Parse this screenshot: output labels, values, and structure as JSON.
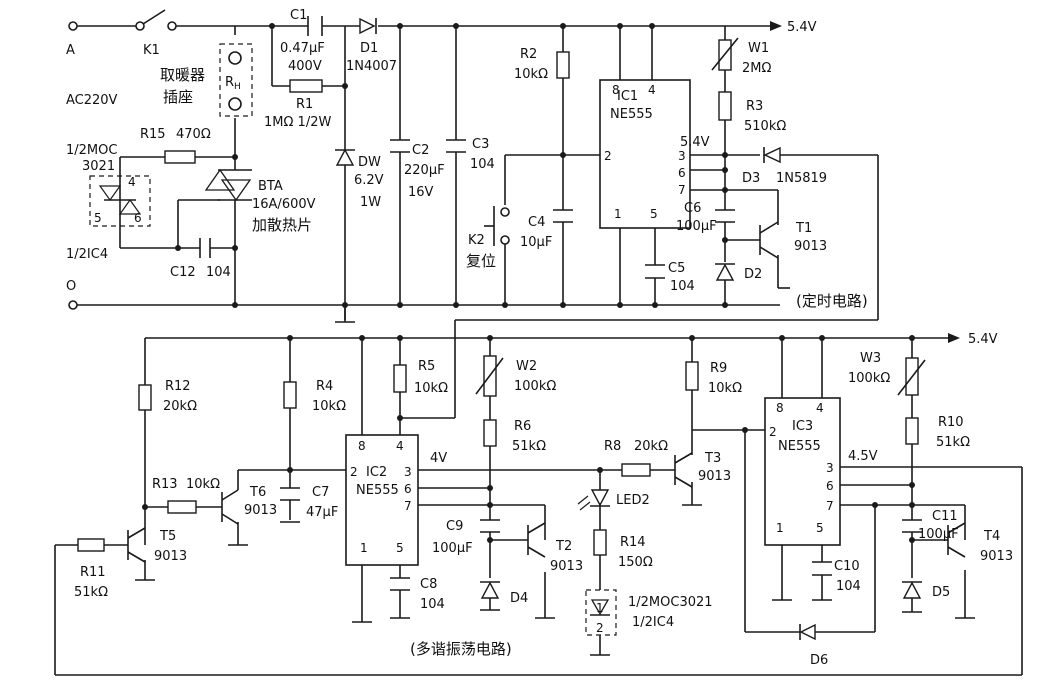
{
  "supply": {
    "v_top": "5.4V",
    "v_mid": "5.4V",
    "node_a": "A",
    "node_o": "O",
    "ac": "AC220V"
  },
  "switches": {
    "k1": "K1",
    "k2": "K2",
    "k2_name": "复位"
  },
  "heater": {
    "name1": "取暖器",
    "name2": "插座",
    "rh": "R",
    "rh_sub": "H"
  },
  "triac": {
    "id": "BTA",
    "rating": "16A/600V",
    "note": "加散热片"
  },
  "optos": {
    "u1_line1": "1/2MOC",
    "u1_line2": "3021",
    "u1_line3": "1/2IC4",
    "u1_pin4": "4",
    "u1_pin5": "5",
    "u1_pin6": "6",
    "u2_line1": "1/2MOC3021",
    "u2_line2": "1/2IC4",
    "u2_pin1": "1",
    "u2_pin2": "2"
  },
  "caps": {
    "c1": "C1",
    "c1_v1": "0.47μF",
    "c1_v2": "400V",
    "c2": "C2",
    "c2_v1": "220μF",
    "c2_v2": "16V",
    "c3": "C3",
    "c3_v": "104",
    "c4": "C4",
    "c4_v": "10μF",
    "c5": "C5",
    "c5_v": "104",
    "c6": "C6",
    "c6_v": "100μF",
    "c7": "C7",
    "c7_v": "47μF",
    "c8": "C8",
    "c8_v": "104",
    "c9": "C9",
    "c9_v": "100μF",
    "c10": "C10",
    "c10_v": "104",
    "c11": "C11",
    "c11_v": "100μF",
    "c12": "C12",
    "c12_v": "104"
  },
  "resistors": {
    "r1": "R1",
    "r1_v": "1MΩ  1/2W",
    "r2": "R2",
    "r2_v": "10kΩ",
    "r3": "R3",
    "r3_v": "510kΩ",
    "r4": "R4",
    "r4_v": "10kΩ",
    "r5": "R5",
    "r5_v": "10kΩ",
    "r6": "R6",
    "r6_v": "51kΩ",
    "r8": "R8",
    "r8_v": "20kΩ",
    "r9": "R9",
    "r9_v": "10kΩ",
    "r10": "R10",
    "r10_v": "51kΩ",
    "r11": "R11",
    "r11_v": "51kΩ",
    "r12": "R12",
    "r12_v": "20kΩ",
    "r13": "R13",
    "r13_v": "10kΩ",
    "r14": "R14",
    "r14_v": "150Ω",
    "r15": "R15",
    "r15_v": "470Ω",
    "w1": "W1",
    "w1_v": "2MΩ",
    "w2": "W2",
    "w2_v": "100kΩ",
    "w3": "W3",
    "w3_v": "100kΩ"
  },
  "diodes": {
    "d1": "D1",
    "d1_v": "1N4007",
    "d2": "D2",
    "d3": "D3",
    "d3_v": "1N5819",
    "d4": "D4",
    "d5": "D5",
    "d6": "D6",
    "dw": "DW",
    "dw_v1": "6.2V",
    "dw_v2": "1W",
    "led2": "LED2"
  },
  "transistors": {
    "t1": "T1",
    "t2": "T2",
    "t3": "T3",
    "t4": "T4",
    "t5": "T5",
    "t6": "T6",
    "model": "9013"
  },
  "ics": {
    "ic1": "IC1",
    "ic2": "IC2",
    "ic3": "IC3",
    "type": "NE555",
    "p1": "1",
    "p2": "2",
    "p3": "3",
    "p4": "4",
    "p5": "5",
    "p6": "6",
    "p7": "7",
    "p8": "8",
    "ic1_out": "5.4V",
    "ic2_out": "4V",
    "ic3_out": "4.5V"
  },
  "sections": {
    "timer": "(定时电路)",
    "multi": "(多谐振荡电路)"
  }
}
